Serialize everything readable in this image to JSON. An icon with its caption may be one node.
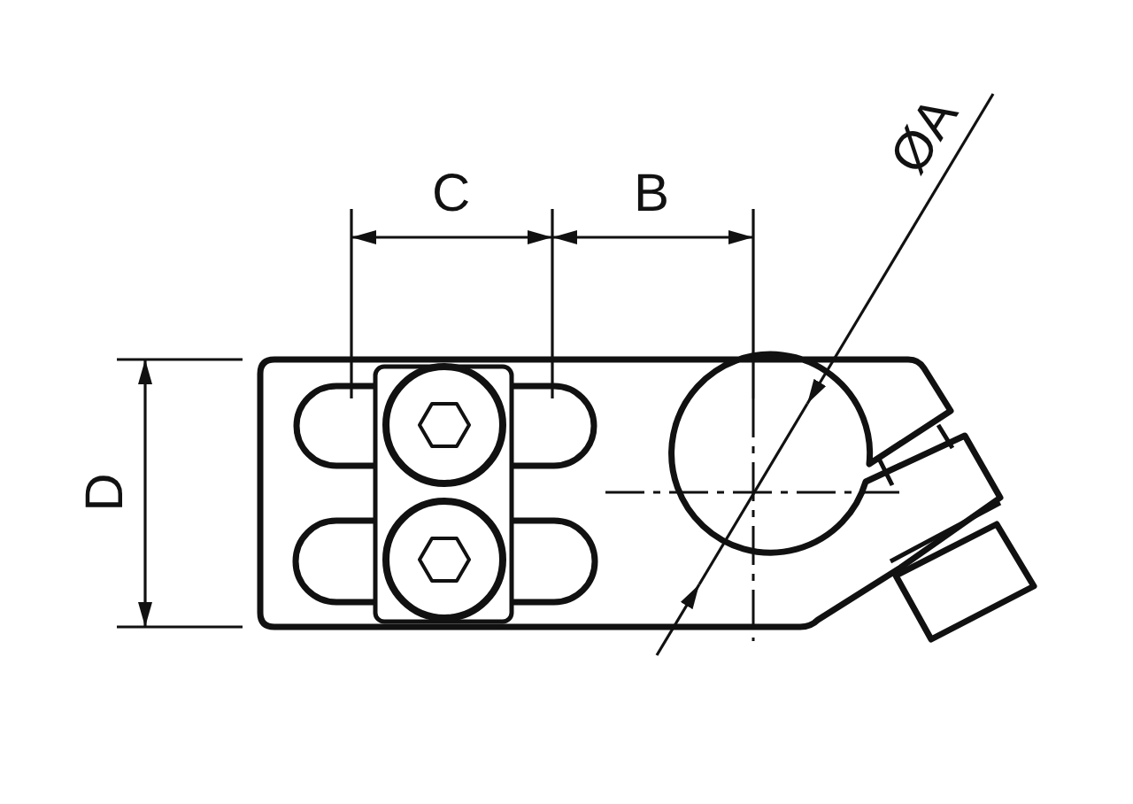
{
  "diagram": {
    "labels": [
      "C",
      "B",
      "ØA",
      "D"
    ]
  }
}
